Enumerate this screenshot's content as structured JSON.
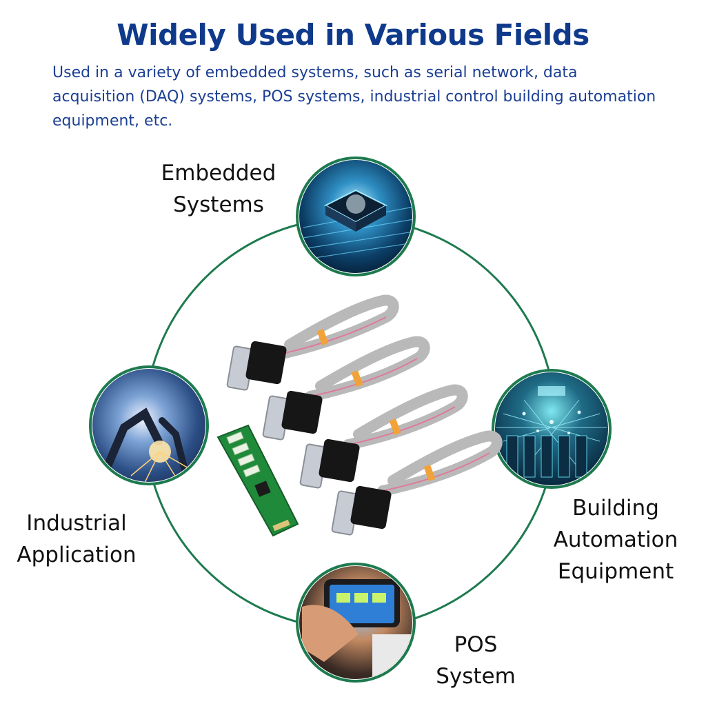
{
  "header": {
    "title": "Widely Used in Various Fields",
    "description": "Used in a variety of embedded systems, such as serial network, data acquisition (DAQ) systems, POS systems, industrial control building automation equipment, etc."
  },
  "fields": {
    "embedded": {
      "line1": "Embedded",
      "line2": "Systems",
      "icon": "processor-chip-photo"
    },
    "building": {
      "line1": "Building",
      "line2": "Automation",
      "line3": "Equipment",
      "icon": "network-server-photo"
    },
    "industrial": {
      "line1": "Industrial",
      "line2": "Application",
      "icon": "welding-robot-photo"
    },
    "pos": {
      "line1": "POS",
      "line2": "System",
      "icon": "payment-terminal-photo"
    }
  },
  "product": {
    "icon": "serial-card-with-cables"
  },
  "colors": {
    "title": "#0f3a8c",
    "description": "#1b3f94",
    "ring": "#1e7a4f",
    "pcb": "#1f8a3a"
  }
}
